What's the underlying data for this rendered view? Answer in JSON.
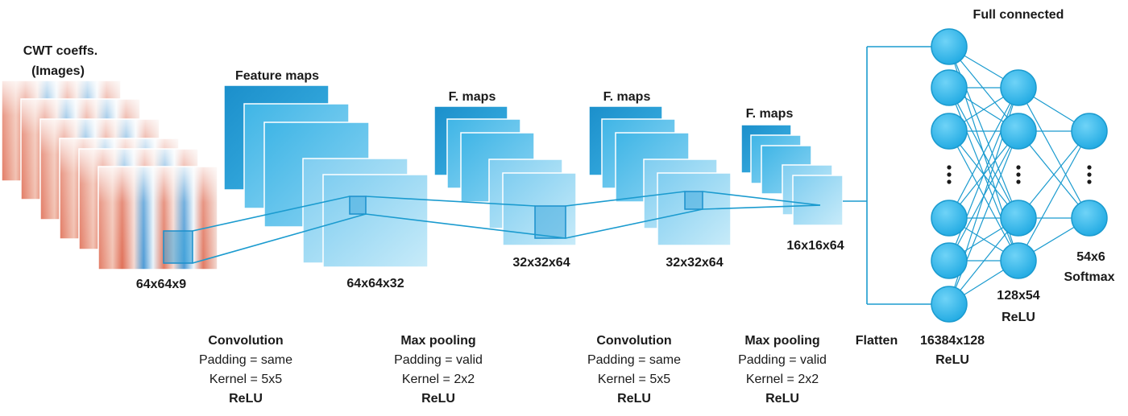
{
  "input": {
    "title_line1": "CWT coeffs.",
    "title_line2": "(Images)",
    "size": "64x64x9"
  },
  "stages": {
    "feature_maps_label": "Feature maps",
    "fmaps_label_1": "F. maps",
    "fmaps_label_2": "F. maps",
    "fmaps_label_3": "F. maps",
    "size_conv1": "64x64x32",
    "size_pool1": "32x32x64",
    "size_conv2": "32x32x64",
    "size_pool2": "16x16x64"
  },
  "operations": [
    {
      "title": "Convolution",
      "line1": "Padding = same",
      "line2": "Kernel = 5x5",
      "activation": "ReLU"
    },
    {
      "title": "Max pooling",
      "line1": "Padding = valid",
      "line2": "Kernel = 2x2",
      "activation": "ReLU"
    },
    {
      "title": "Convolution",
      "line1": "Padding = same",
      "line2": "Kernel = 5x5",
      "activation": "ReLU"
    },
    {
      "title": "Max pooling",
      "line1": "Padding = valid",
      "line2": "Kernel = 2x2",
      "activation": "ReLU"
    }
  ],
  "flatten": "Flatten",
  "fully_connected": {
    "title": "Full connected",
    "layer1_size": "16384x128",
    "layer1_act": "ReLU",
    "layer2_size": "128x54",
    "layer2_act": "ReLU",
    "layer3_size": "54x6",
    "layer3_act": "Softmax"
  },
  "colors": {
    "dark_blue": "#2194cf",
    "mid_blue": "#3cb6e8",
    "light_blue": "#8fd3f2",
    "neuron": "#34bdef",
    "connection": "#1b9bcf",
    "heat_red": "#e0735a",
    "heat_blue": "#3a8fd0"
  }
}
